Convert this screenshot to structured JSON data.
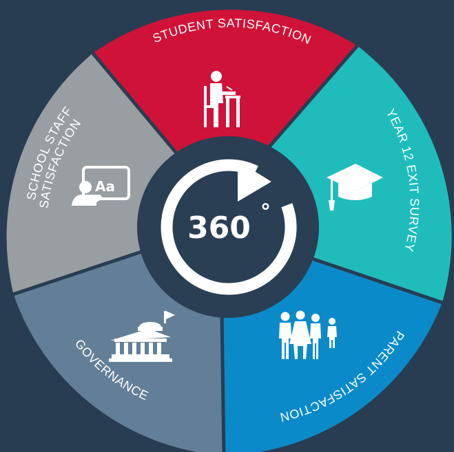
{
  "center": {
    "label": "360",
    "degree_symbol": "°"
  },
  "segments": [
    {
      "id": "student-satisfaction",
      "label": "STUDENT SATISFACTION",
      "color": "#cf1238",
      "icon": "student-at-desk-icon"
    },
    {
      "id": "year-12-exit-survey",
      "label": "YEAR 12 EXIT SURVEY",
      "color": "#20bcbc",
      "icon": "graduation-cap-icon"
    },
    {
      "id": "parent-satisfaction",
      "label": "PARENT SATISFACTION",
      "color": "#0b8ac9",
      "icon": "family-icon"
    },
    {
      "id": "governance",
      "label": "GOVERNANCE",
      "color": "#637f97",
      "icon": "capitol-building-icon"
    },
    {
      "id": "school-staff-satisfaction",
      "label_lines": [
        "SCHOOL STAFF",
        "SATISFACTION"
      ],
      "color": "#989ea1",
      "icon": "teacher-board-icon"
    }
  ],
  "colors": {
    "background": "#283d52",
    "center_hub": "#2a3f54",
    "divider": "#283d52"
  }
}
